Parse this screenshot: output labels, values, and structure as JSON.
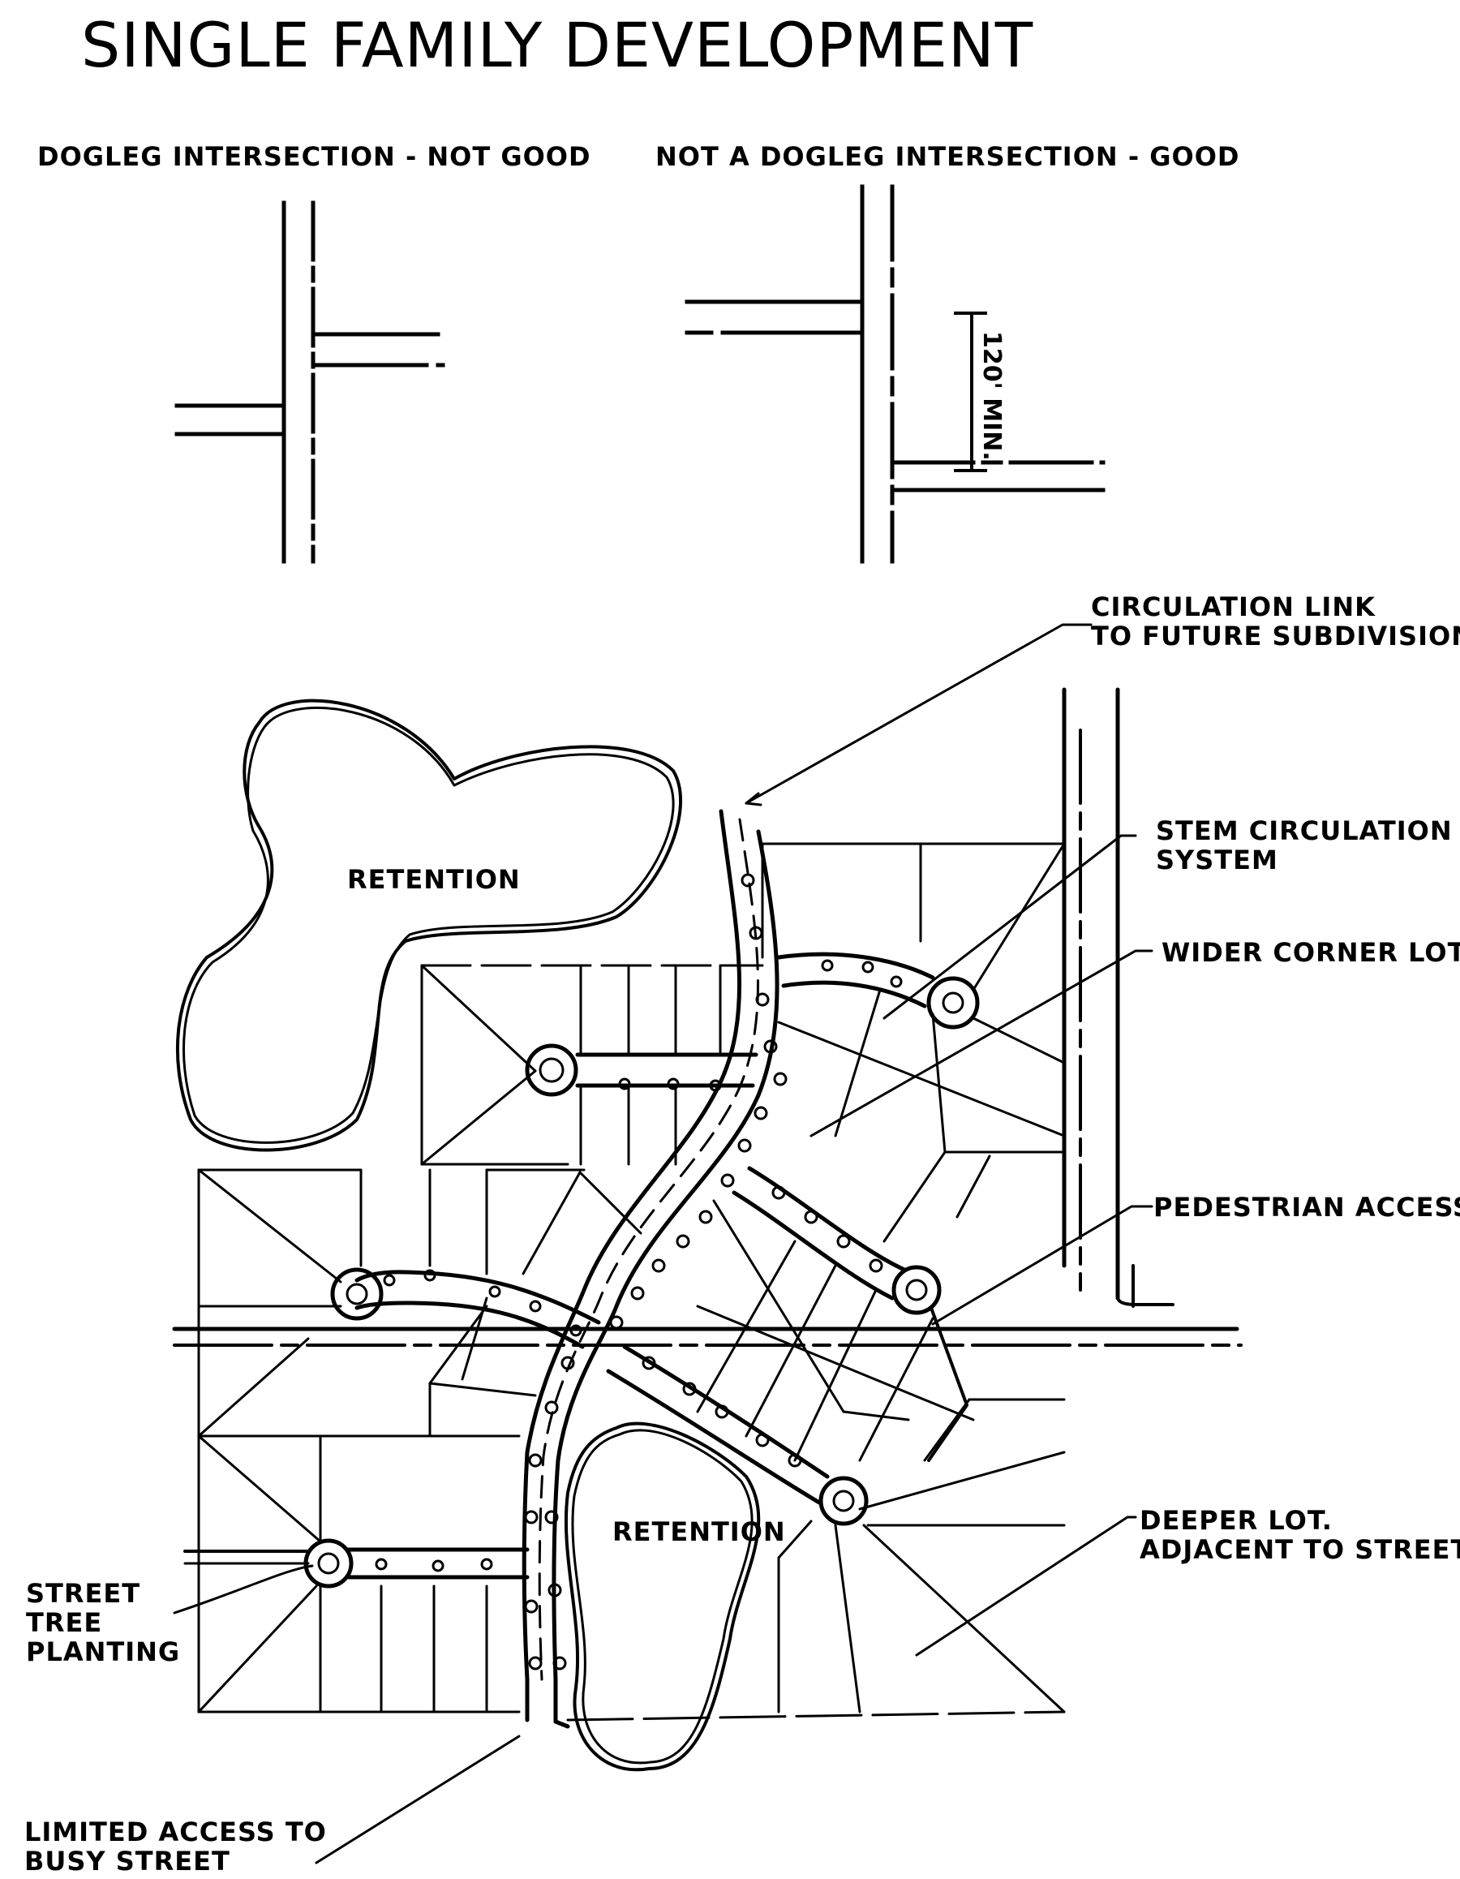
{
  "title": "SINGLE FAMILY DEVELOPMENT",
  "top_diagrams": {
    "left_caption": "DOGLEG INTERSECTION - NOT GOOD",
    "right_caption": "NOT A DOGLEG INTERSECTION  -   GOOD",
    "dimension_label": "120' MIN."
  },
  "site_plan": {
    "areas": {
      "retention_north": "RETENTION",
      "retention_south": "RETENTION"
    },
    "callouts": {
      "circulation_link": [
        "CIRCULATION LINK",
        "TO FUTURE SUBDIVISION"
      ],
      "stem_circulation": [
        "STEM CIRCULATION",
        "SYSTEM"
      ],
      "wider_corner_lot": [
        "WIDER CORNER LOT"
      ],
      "pedestrian_access": [
        "PEDESTRIAN ACCESS"
      ],
      "deeper_lot": [
        "DEEPER LOT.",
        "ADJACENT TO STREET"
      ],
      "street_tree": [
        "STREET",
        "TREE",
        "PLANTING"
      ],
      "limited_access": [
        "LIMITED ACCESS TO",
        "BUSY STREET"
      ]
    }
  }
}
